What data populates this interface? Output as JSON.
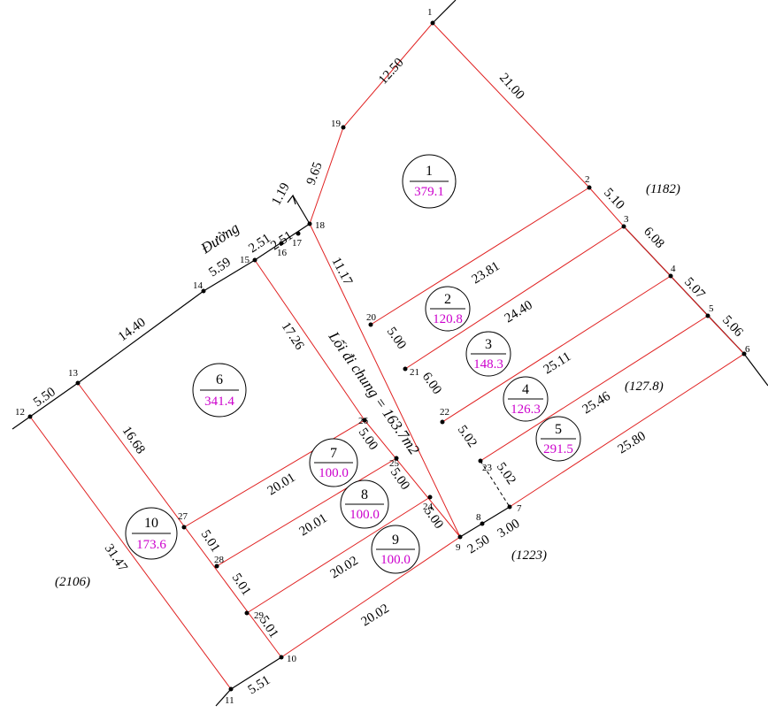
{
  "points": [
    "1",
    "2",
    "3",
    "4",
    "5",
    "6",
    "7",
    "8",
    "9",
    "10",
    "11",
    "12",
    "13",
    "14",
    "15",
    "16",
    "17",
    "18",
    "19",
    "20",
    "21",
    "22",
    "23",
    "24",
    "25",
    "26",
    "27",
    "28",
    "29"
  ],
  "plots": [
    {
      "number": "1",
      "area": "379.1"
    },
    {
      "number": "2",
      "area": "120.8"
    },
    {
      "number": "3",
      "area": "148.3"
    },
    {
      "number": "4",
      "area": "126.3"
    },
    {
      "number": "5",
      "area": "291.5"
    },
    {
      "number": "6",
      "area": "341.4"
    },
    {
      "number": "7",
      "area": "100.0"
    },
    {
      "number": "8",
      "area": "100.0"
    },
    {
      "number": "9",
      "area": "100.0"
    },
    {
      "number": "10",
      "area": "173.6"
    }
  ],
  "dimensions": {
    "d1_19": "12.50",
    "d1_2": "21.00",
    "d19_18": "9.65",
    "d18_arrow": "1.19",
    "d2_3": "5.10",
    "d3_4": "6.08",
    "d4_5": "5.07",
    "d5_6": "5.06",
    "d2_20": "23.81",
    "d3_21": "24.40",
    "d4_22": "25.11",
    "d5_23": "25.46",
    "d6_7": "25.80",
    "d17_20": "11.17",
    "d20_21": "5.00",
    "d21_22": "6.00",
    "d22_23": "5.02",
    "d23_7": "5.02",
    "d7_8": "3.00",
    "d8_9": "2.50",
    "d16_17": "2.51",
    "d15_16": "2.51",
    "d14_15": "5.59",
    "d13_14": "14.40",
    "d12_13": "5.50",
    "d15_26": "17.26",
    "d13_27": "16.68",
    "d12_11": "31.47",
    "d26_27": "20.01",
    "d25_28": "20.01",
    "d24_29": "20.02",
    "d9_10": "20.02",
    "d26_25": "5.00",
    "d25_24": "5.00",
    "d24_9": "5.00",
    "d27_28": "5.01",
    "d28_29": "5.01",
    "d29_10": "5.01",
    "d10_11": "5.51"
  },
  "labels": {
    "road": "Đường",
    "common_path": "Lối đi chung = 163.7m2",
    "neighbor_1182": "(1182)",
    "neighbor_127": "(127.8)",
    "neighbor_1223": "(1223)",
    "neighbor_2106": "(2106)"
  }
}
